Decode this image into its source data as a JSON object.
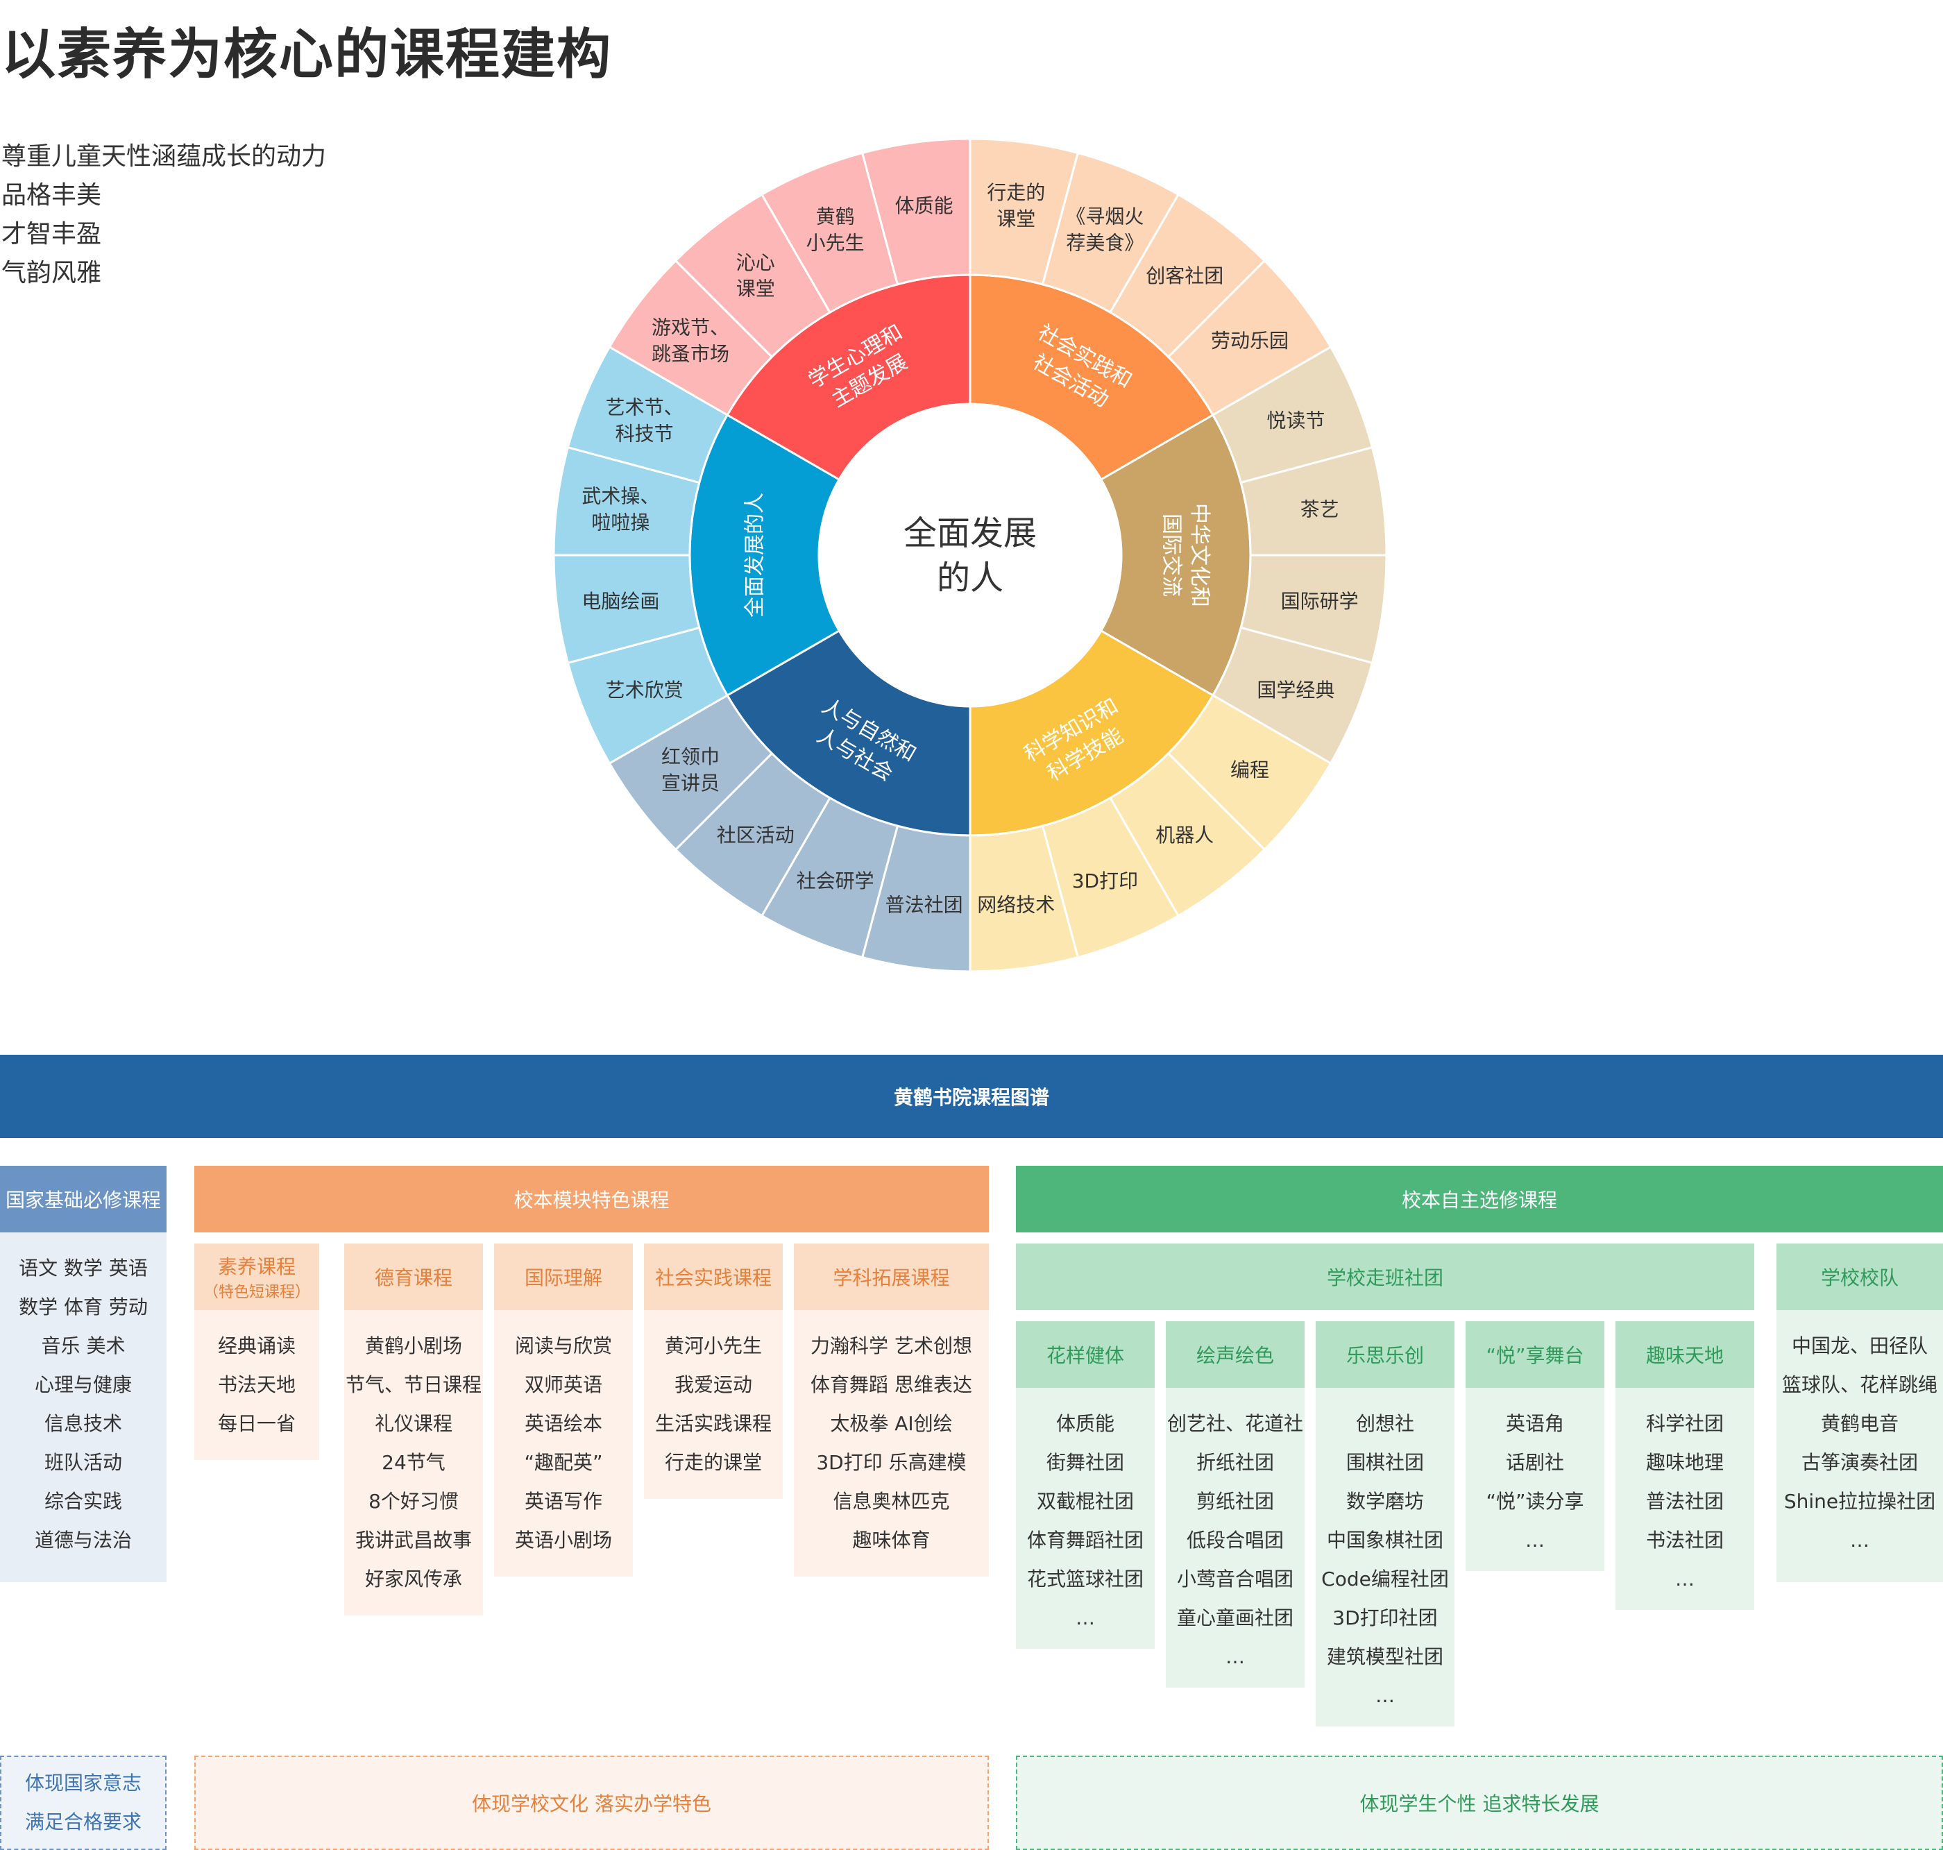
{
  "title": "以素养为核心的课程建构",
  "intro": [
    "尊重儿童天性涵蕴成长的动力",
    "品格丰美",
    "才智丰盈",
    "气韵风雅"
  ],
  "colors": {
    "red": "#fd5152",
    "red_light": "#fdb7b7",
    "orange": "#fe914a",
    "orange_light": "#fdd6b8",
    "tan": "#caa467",
    "tan_light": "#eadbbf",
    "yellow": "#fbc440",
    "yellow_light": "#fde7b1",
    "navy": "#216098",
    "navy_light": "#a5bdd2",
    "blue": "#049ed5",
    "blue_light": "#9dd7ed",
    "banner": "#2364a2",
    "base_header": "#6b94c4",
    "base_body": "#e8eef5",
    "module_header": "#f6a46f",
    "module_sub": "#fbdcc4",
    "module_body": "#fdf1e9",
    "elective_header": "#4eb67a",
    "elective_sub": "#b5e1c6",
    "elective_body": "#e7f4ec"
  },
  "sunburst": {
    "center": "全面发展的人",
    "center_lines": [
      "全面发展",
      "的人"
    ],
    "sectors": [
      {
        "name": "社会实践和社会活动",
        "lines": [
          "社会实践和",
          "社会活动"
        ],
        "color": "#fe914a",
        "outer_color": "#fdd6b8",
        "children": [
          [
            "行走的",
            "课堂"
          ],
          [
            "《寻烟火",
            "荐美食》"
          ],
          [
            "创客社团"
          ],
          [
            "劳动乐园"
          ]
        ]
      },
      {
        "name": "中华文化和国际交流",
        "lines": [
          "中华文化和",
          "国际交流"
        ],
        "color": "#caa467",
        "outer_color": "#eadbbf",
        "children": [
          [
            "悦读节"
          ],
          [
            "茶艺"
          ],
          [
            "国际研学"
          ],
          [
            "国学经典"
          ]
        ]
      },
      {
        "name": "科学知识和科学技能",
        "lines": [
          "科学知识和",
          "科学技能"
        ],
        "color": "#fbc440",
        "outer_color": "#fde7b1",
        "children": [
          [
            "编程"
          ],
          [
            "机器人"
          ],
          [
            "3D打印"
          ],
          [
            "网络技术"
          ]
        ]
      },
      {
        "name": "人与自然和人与社会",
        "lines": [
          "人与自然和",
          "人与社会"
        ],
        "color": "#216098",
        "outer_color": "#a5bdd2",
        "children": [
          [
            "普法社团"
          ],
          [
            "社会研学"
          ],
          [
            "社区活动"
          ],
          [
            "红领巾",
            "宣讲员"
          ]
        ]
      },
      {
        "name": "全面发展的人",
        "lines": [
          "全面发展的人"
        ],
        "color": "#049ed5",
        "outer_color": "#9dd7ed",
        "children": [
          [
            "艺术欣赏"
          ],
          [
            "电脑绘画"
          ],
          [
            "武术操、",
            "啦啦操"
          ],
          [
            "艺术节、",
            "科技节"
          ]
        ]
      },
      {
        "name": "学生心理和主题发展",
        "lines": [
          "学生心理和",
          "主题发展"
        ],
        "color": "#fd5152",
        "outer_color": "#fdb7b7",
        "children": [
          [
            "游戏节、",
            "跳蚤市场"
          ],
          [
            "沁心",
            "课堂"
          ],
          [
            "黄鹤",
            "小先生"
          ],
          [
            "体质能"
          ]
        ]
      }
    ]
  },
  "banner": "黄鹤书院课程图谱",
  "base": {
    "header": "国家基础必修课程",
    "items": [
      "语文  数学  英语",
      "数学  体育  劳动",
      "音乐  美术",
      "心理与健康",
      "信息技术",
      "班队活动",
      "综合实践",
      "道德与法治"
    ],
    "footer": [
      "体现国家意志",
      "满足合格要求"
    ]
  },
  "module": {
    "header": "校本模块特色课程",
    "columns": [
      {
        "title": "素养课程",
        "subtitle": "（特色短课程）",
        "items": [
          "经典诵读",
          "书法天地",
          "每日一省"
        ]
      },
      {
        "title": "德育课程",
        "items": [
          "黄鹤小剧场",
          "节气、节日课程",
          "礼仪课程",
          "24节气",
          "8个好习惯",
          "我讲武昌故事",
          "好家风传承"
        ]
      },
      {
        "title": "国际理解",
        "items": [
          "阅读与欣赏",
          "双师英语",
          "英语绘本",
          "“趣配英”",
          "英语写作",
          "英语小剧场"
        ]
      },
      {
        "title": "社会实践课程",
        "items": [
          "黄河小先生",
          "我爱运动",
          "生活实践课程",
          "行走的课堂"
        ]
      },
      {
        "title": "学科拓展课程",
        "items": [
          "力瀚科学  艺术创想",
          "体育舞蹈  思维表达",
          "太极拳  AI创绘",
          "3D打印  乐高建模",
          "信息奥林匹克",
          "趣味体育"
        ]
      }
    ],
    "footer": "体现学校文化 落实办学特色"
  },
  "elective": {
    "header": "校本自主选修课程",
    "club_header": "学校走班社团",
    "team_header": "学校校队",
    "clubs": [
      {
        "title": "花样健体",
        "items": [
          "体质能",
          "街舞社团",
          "双截棍社团",
          "体育舞蹈社团",
          "花式篮球社团",
          "…"
        ]
      },
      {
        "title": "绘声绘色",
        "items": [
          "创艺社、花道社",
          "折纸社团",
          "剪纸社团",
          "低段合唱团",
          "小莺音合唱团",
          "童心童画社团",
          "…"
        ]
      },
      {
        "title": "乐思乐创",
        "items": [
          "创想社",
          "围棋社团",
          "数学磨坊",
          "中国象棋社团",
          "Code编程社团",
          "3D打印社团",
          "建筑模型社团",
          "…"
        ]
      },
      {
        "title": "“悦”享舞台",
        "items": [
          "英语角",
          "话剧社",
          "“悦”读分享",
          "…"
        ]
      },
      {
        "title": "趣味天地",
        "items": [
          "科学社团",
          "趣味地理",
          "普法社团",
          "书法社团",
          "…"
        ]
      }
    ],
    "team_items": [
      "中国龙、田径队",
      "篮球队、花样跳绳",
      "黄鹤电音",
      "古筝演奏社团",
      "Shine拉拉操社团",
      "…"
    ],
    "footer": "体现学生个性 追求特长发展"
  }
}
